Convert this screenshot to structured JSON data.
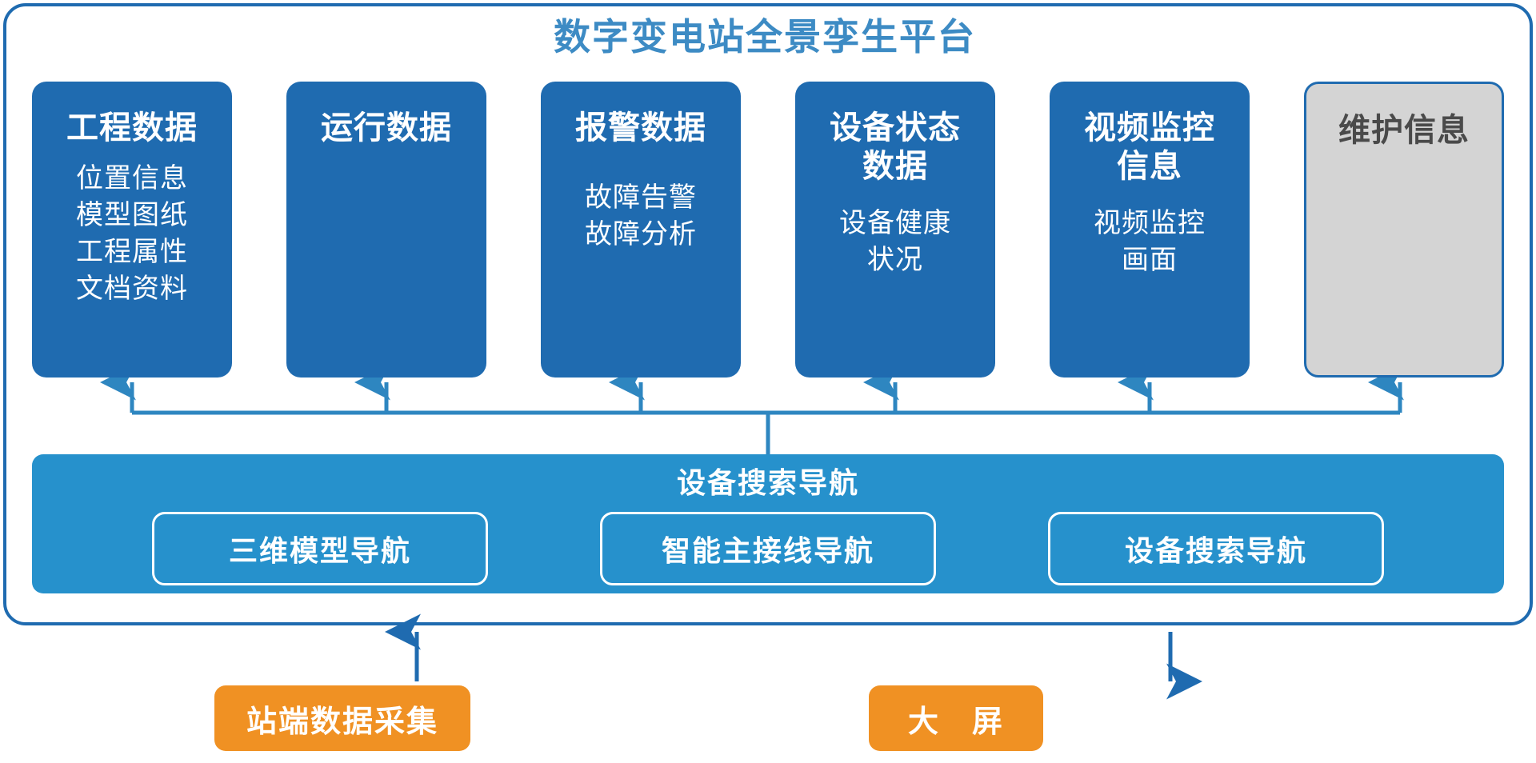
{
  "colors": {
    "frame_border": "#1F6BB0",
    "card_blue": "#1F6BB0",
    "card_muted": "#D4D4D4",
    "bar_blue": "#2691CC",
    "orange": "#F09123",
    "title_blue": "#3D8BC4",
    "connector_blue": "#2E86C0",
    "arrow_dark_blue": "#1F6BB0"
  },
  "header": {
    "title": "数字变电站全景孪生平台"
  },
  "cards": [
    {
      "id": "engineering-data",
      "title": "工程数据",
      "items": [
        "位置信息",
        "模型图纸",
        "工程属性",
        "文档资料"
      ],
      "muted": false
    },
    {
      "id": "operation-data",
      "title": "运行数据",
      "items": [],
      "muted": false
    },
    {
      "id": "alarm-data",
      "title": "报警数据",
      "items": [
        "故障告警",
        "故障分析"
      ],
      "muted": false
    },
    {
      "id": "device-status-data",
      "title": "设备状态\n数据",
      "items": [
        "设备健康",
        "状况"
      ],
      "muted": false
    },
    {
      "id": "video-surveillance-info",
      "title": "视频监控\n信息",
      "items": [
        "视频监控",
        "画面"
      ],
      "muted": false
    },
    {
      "id": "maintenance-info",
      "title": "维护信息",
      "items": [],
      "muted": true
    }
  ],
  "nav_bar": {
    "title": "设备搜索导航",
    "buttons": [
      {
        "id": "model-3d-nav",
        "label": "三维模型导航"
      },
      {
        "id": "smart-mainline-nav",
        "label": "智能主接线导航"
      },
      {
        "id": "device-search-nav",
        "label": "设备搜索导航"
      }
    ]
  },
  "sources": [
    {
      "id": "station-data-collection",
      "label": "站端数据采集",
      "arrow": "up"
    },
    {
      "id": "large-screen",
      "label": "大　屏",
      "arrow": "down"
    }
  ]
}
